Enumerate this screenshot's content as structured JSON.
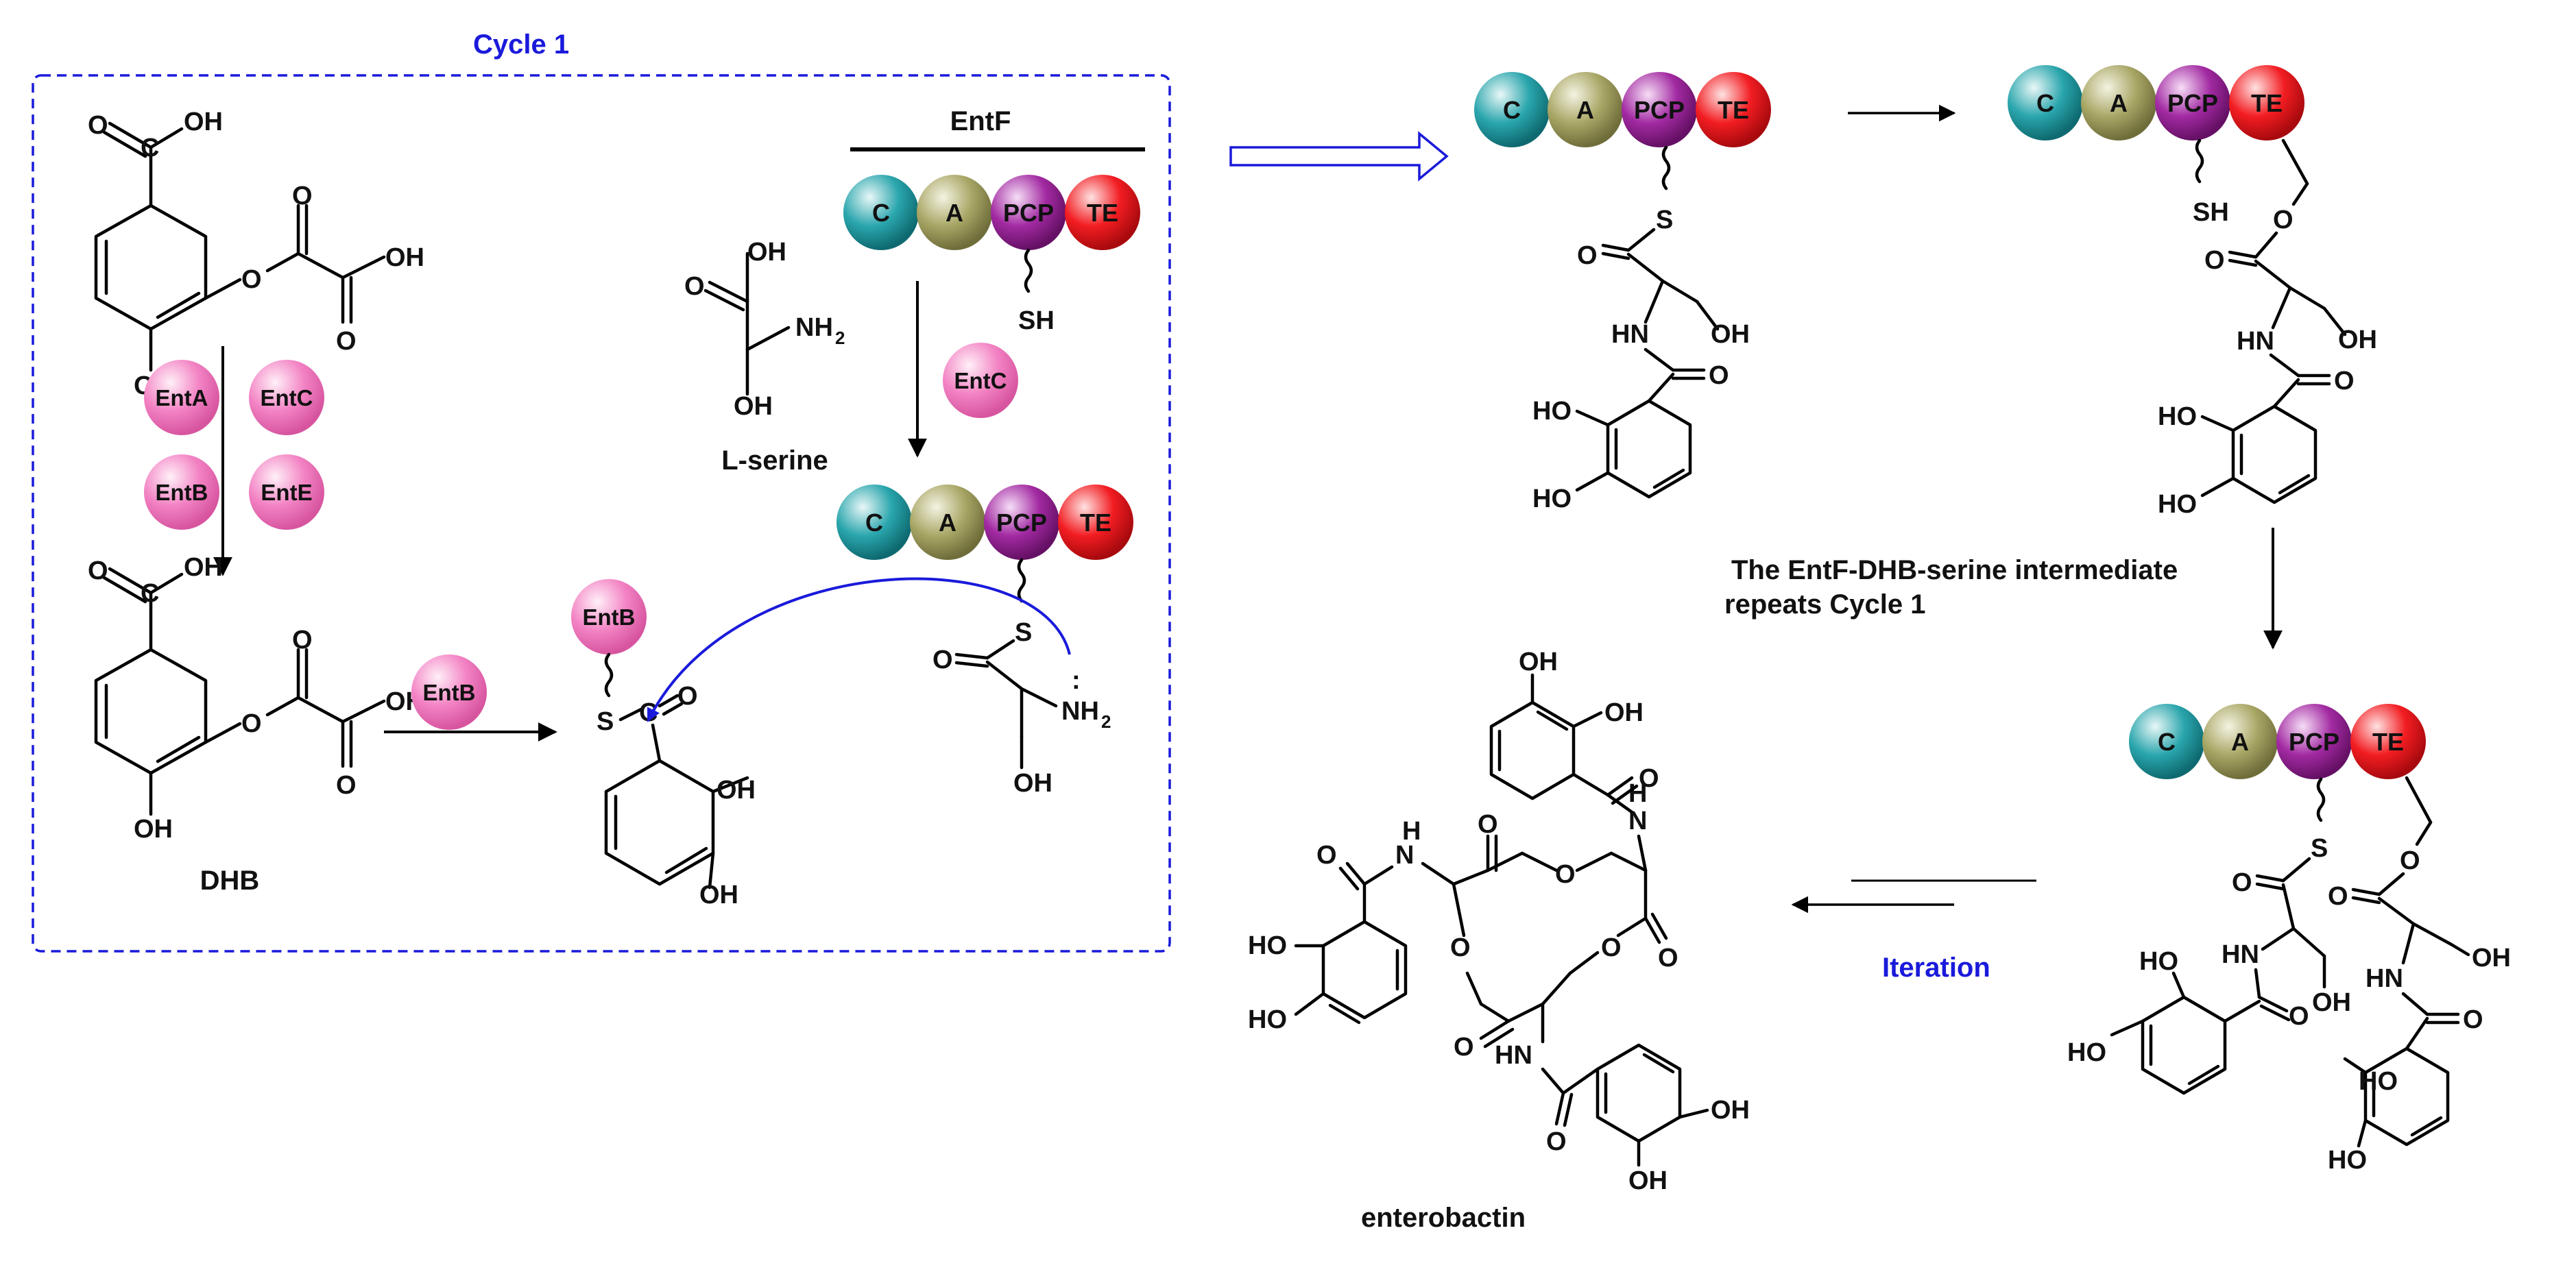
{
  "labels": {
    "cycle": "Cycle 1",
    "entf": "EntF",
    "lserine": "L-serine",
    "dhb": "DHB",
    "repeat_line1": "The EntF-DHB-serine intermediate",
    "repeat_line2": "repeats Cycle 1",
    "iteration": "Iteration",
    "enterobactin": "enterobactin"
  },
  "domains": [
    "C",
    "A",
    "PCP",
    "TE"
  ],
  "enzymes": {
    "enta": "EntA",
    "entc": "EntC",
    "entb": "EntB",
    "ente": "EntE"
  },
  "atoms": {
    "oh": "OH",
    "ho": "HO",
    "o": "O",
    "c": "C",
    "s": "S",
    "sh": "SH",
    "nh": "HN",
    "nh2": "NH",
    "sub2": "2",
    "n": "N",
    "h": "H",
    "lonepair": ":"
  },
  "colors": {
    "c_domain": "#1f8f96",
    "a_domain": "#9c9a5c",
    "pcp_domain": "#8a1c8a",
    "te_domain": "#e8151b",
    "enzyme": "#f07cbe",
    "accent_blue": "#1a1adb"
  }
}
